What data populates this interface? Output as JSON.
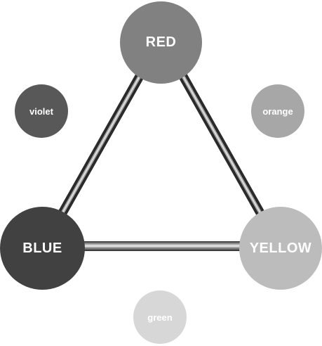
{
  "primary_colors": {
    "red": {
      "label": "RED",
      "fill": "#818181"
    },
    "blue": {
      "label": "BLUE",
      "fill": "#414141"
    },
    "yellow": {
      "label": "YELLOW",
      "fill": "#bcbcbc"
    }
  },
  "secondary_colors": {
    "violet": {
      "label": "violet",
      "fill": "#585858"
    },
    "orange": {
      "label": "orange",
      "fill": "#a7a7a7"
    },
    "green": {
      "label": "green",
      "fill": "#d7d7d7"
    }
  },
  "connector_color": "#3a3a3a"
}
